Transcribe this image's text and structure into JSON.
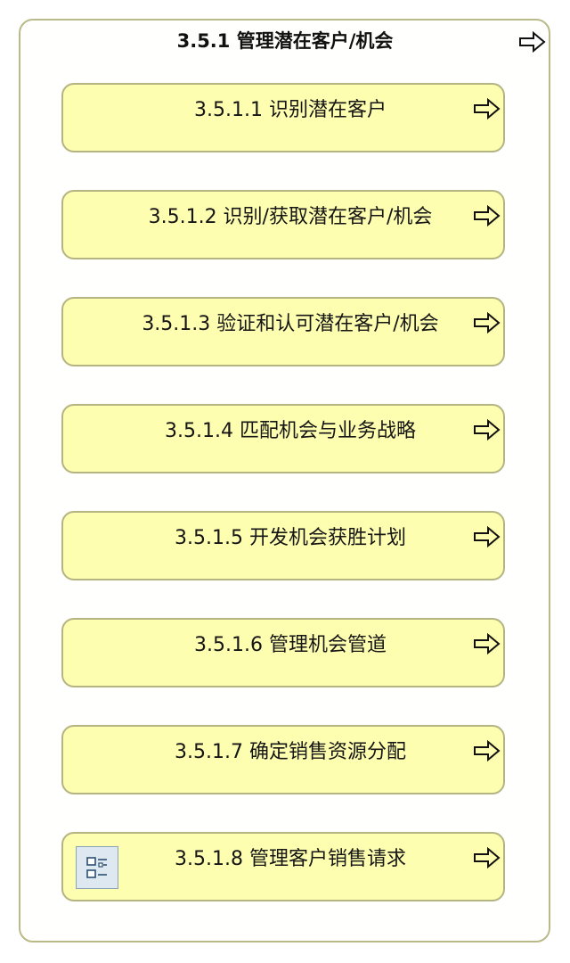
{
  "diagram": {
    "title": "3.5.1 管理潜在客户/机会",
    "title_arrow_icon": "right-arrow-outline-icon",
    "colors": {
      "container_border": "#b9b98a",
      "box_fill": "#fefeb1",
      "box_border": "#b4b483",
      "arrow_stroke": "#111111"
    },
    "boxes": [
      {
        "label": "3.5.1.1 识别潜在客户",
        "arrow_icon": "right-arrow-outline-icon"
      },
      {
        "label": "3.5.1.2 识别/获取潜在客户/机会",
        "arrow_icon": "right-arrow-outline-icon"
      },
      {
        "label": "3.5.1.3 验证和认可潜在客户/机会",
        "arrow_icon": "right-arrow-outline-icon"
      },
      {
        "label": "3.5.1.4 匹配机会与业务战略",
        "arrow_icon": "right-arrow-outline-icon"
      },
      {
        "label": "3.5.1.5 开发机会获胜计划",
        "arrow_icon": "right-arrow-outline-icon"
      },
      {
        "label": "3.5.1.6 管理机会管道",
        "arrow_icon": "right-arrow-outline-icon"
      },
      {
        "label": "3.5.1.7 确定销售资源分配",
        "arrow_icon": "right-arrow-outline-icon"
      },
      {
        "label": "3.5.1.8 管理客户销售请求",
        "arrow_icon": "right-arrow-outline-icon",
        "badge_icon": "hierarchy-list-icon"
      }
    ]
  }
}
